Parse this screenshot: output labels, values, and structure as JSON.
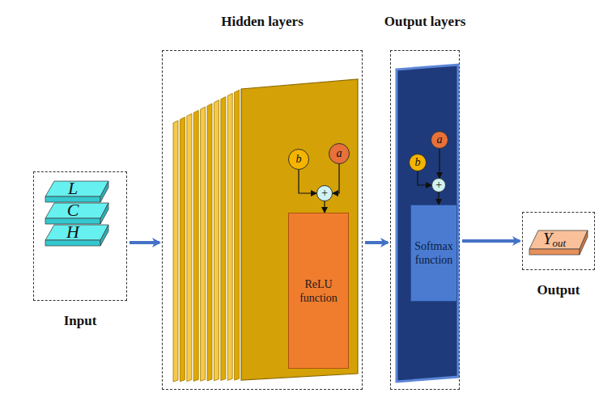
{
  "diagram": {
    "nodes": [
      {
        "text": [
          "Input"
        ]
      },
      {
        "text": [
          "L"
        ],
        "in": 0
      },
      {
        "text": [
          "C"
        ],
        "in": 0
      },
      {
        "text": [
          "H"
        ],
        "in": 0
      },
      {
        "text": [
          "Hidden layers"
        ]
      },
      {
        "text": [
          "b"
        ],
        "in": 4
      },
      {
        "text": [
          "a"
        ],
        "in": 4
      },
      {
        "text": [
          "+"
        ],
        "in": 4
      },
      {
        "text": [
          "ReLU function"
        ],
        "in": 4
      },
      {
        "text": [
          "Output layers"
        ]
      },
      {
        "text": [
          "b"
        ],
        "in": 9
      },
      {
        "text": [
          "a"
        ],
        "in": 9
      },
      {
        "text": [
          "+"
        ],
        "in": 9
      },
      {
        "text": [
          "Softmax function"
        ],
        "in": 9
      },
      {
        "text": [
          "Output"
        ]
      },
      {
        "text": [
          "Y",
          "out"
        ],
        "in": 14
      }
    ],
    "edges": [
      {
        "from": 0,
        "to": 4,
        "arrow": "to"
      },
      {
        "from": 4,
        "to": 9,
        "arrow": "to"
      },
      {
        "from": 9,
        "to": 14,
        "arrow": "to"
      },
      {
        "from": 5,
        "to": 7,
        "arrow": "to"
      },
      {
        "from": 6,
        "to": 7,
        "arrow": "to"
      },
      {
        "from": 7,
        "to": 8,
        "arrow": "to"
      },
      {
        "from": 10,
        "to": 12,
        "arrow": "to"
      },
      {
        "from": 11,
        "to": 12,
        "arrow": "to"
      },
      {
        "from": 12,
        "to": 13,
        "arrow": "to"
      }
    ]
  }
}
